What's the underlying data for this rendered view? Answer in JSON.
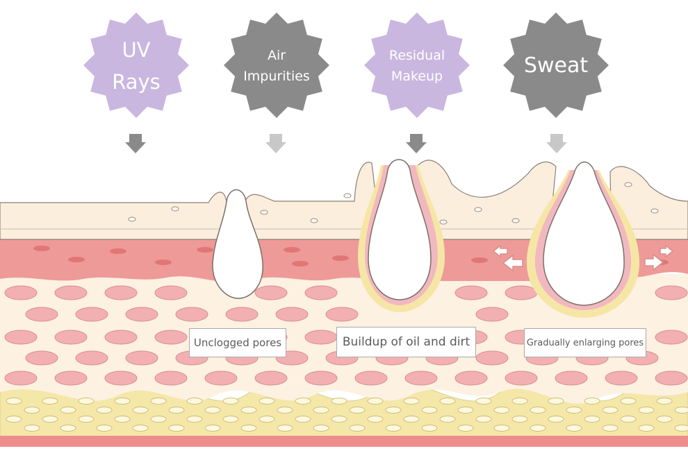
{
  "badges": [
    {
      "line1": "UV",
      "line2": "Rays",
      "color": "#c9b7e0"
    },
    {
      "line1": "Air",
      "line2": "Impurities",
      "color": "#8a8a8a"
    },
    {
      "line1": "Residual",
      "line2": "Makeup",
      "color": "#c9b7e0"
    },
    {
      "line1": "Sweat",
      "line2": "",
      "color": "#8a8a8a"
    }
  ],
  "labels": {
    "unclogged": "Unclogged pores",
    "buildup": "Buildup of oil and dirt",
    "enlarging": "Gradually enlarging pores"
  },
  "colors": {
    "epidermis": "#fbeedd",
    "dermis_red": "#ee9a98",
    "cell_fill": "#f2b0b2",
    "fat_yellow": "#f4e7a8",
    "pore_oil": "#f6e6a6",
    "pore_pink": "#f2b8c0",
    "arrow_gray": "#8a8a8a",
    "arrow_light": "#c8c8c8",
    "outline": "#7a6f69"
  }
}
